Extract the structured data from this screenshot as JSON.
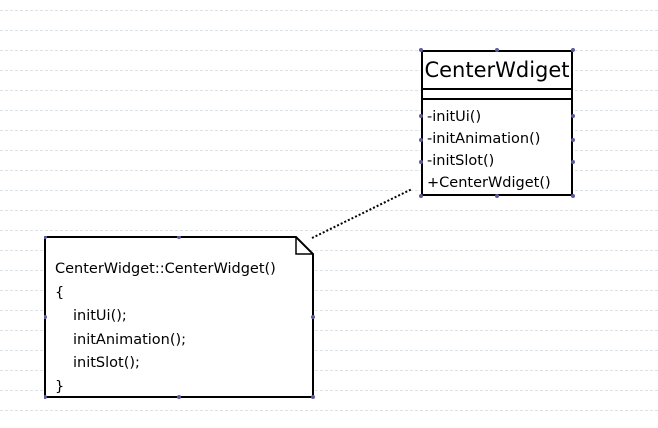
{
  "class_box": {
    "name": "CenterWdiget",
    "operations": [
      "-initUi()",
      "-initAnimation()",
      "-initSlot()",
      "+CenterWdiget()"
    ]
  },
  "note": {
    "lines": [
      "CenterWidget::CenterWidget()",
      "{",
      "initUi();",
      "initAnimation();",
      "initSlot();",
      "}"
    ]
  }
}
